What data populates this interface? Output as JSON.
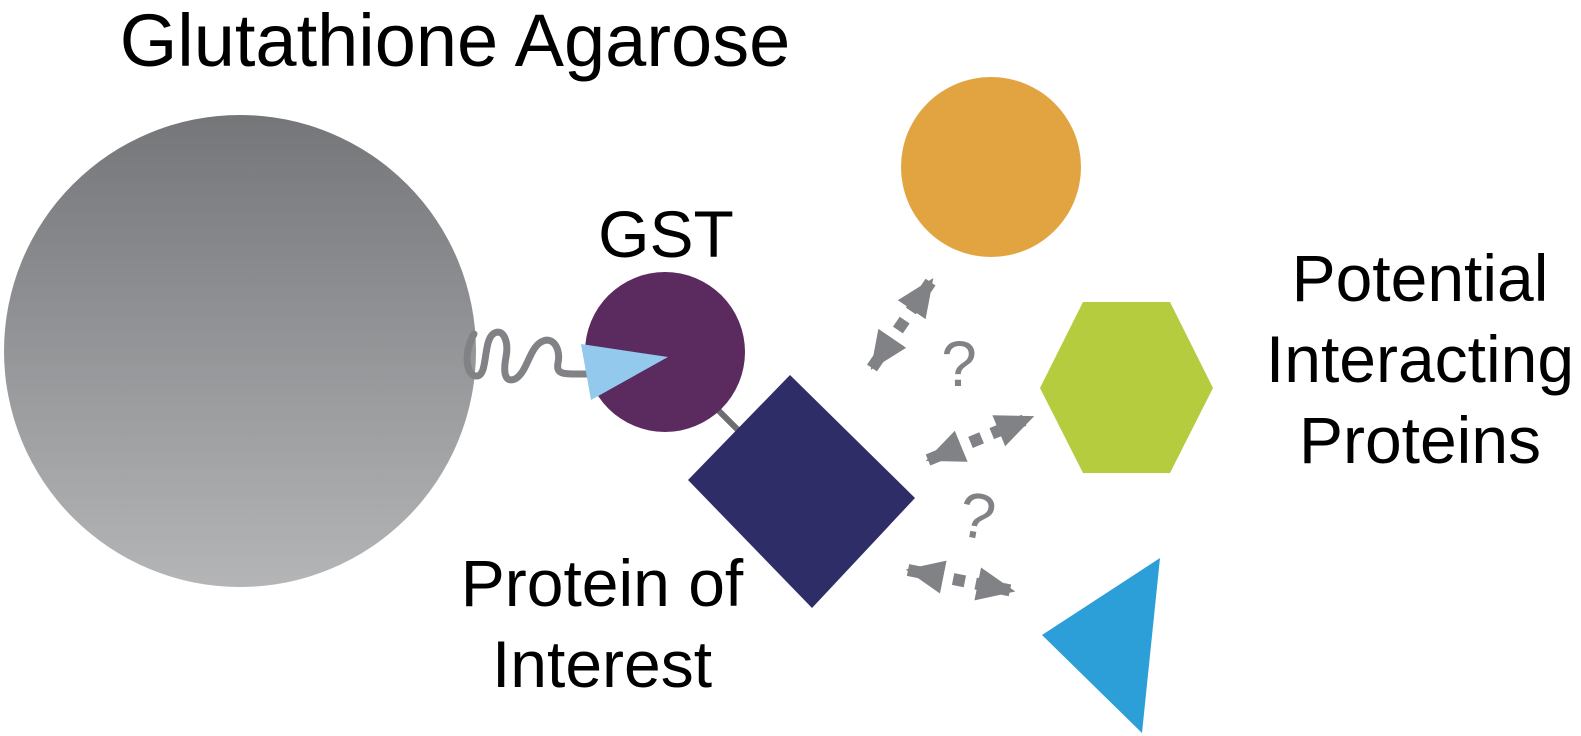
{
  "diagram": {
    "title": "Glutathione Agarose",
    "gst_label": "GST",
    "protein_label": {
      "line1": "Protein of",
      "line2": "Interest"
    },
    "potential_label": {
      "line1": "Potential",
      "line2": "Interacting",
      "line3": "Proteins"
    },
    "question_mark_1": "?",
    "question_mark_2": "?"
  },
  "colors": {
    "agarose_bead_top": "#747679",
    "agarose_bead_bottom": "#b4b5b7",
    "gst_purple": "#5b2a5f",
    "glutathione_wedge_blue": "#93c9ec",
    "protein_navy": "#2f2d68",
    "interactor_orange": "#e1a440",
    "interactor_green": "#b6cc3f",
    "interactor_blue": "#2d9fd8",
    "arrow_gray": "#808285",
    "tether_gray": "#808285",
    "connector_gray": "#6d6e71",
    "text_black": "#000000",
    "question_gray": "#808285"
  }
}
